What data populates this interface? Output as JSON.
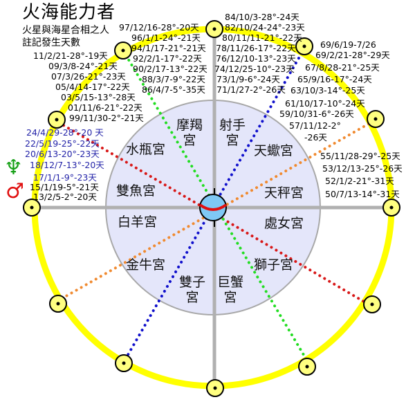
{
  "header": {
    "title": "火海能力者",
    "subtitle_line1": "火星與海星合相之人",
    "subtitle_line2": "註記發生天數"
  },
  "symbols": {
    "neptune": {
      "glyph": "♆",
      "color": "#16a016"
    },
    "mars": {
      "glyph": "♂",
      "color": "#e01010"
    }
  },
  "colors": {
    "outer_ring": "#ffff00",
    "inner_disc": "#e4e6fa",
    "axis": "#b0b0b0",
    "earth": "#7fc8f5",
    "earth_band": "#e01010",
    "line_red": "#d81818",
    "line_green": "#22dd22",
    "line_blue": "#1010cc",
    "line_orange": "#f08a30"
  },
  "houses": [
    {
      "id": "capricorn",
      "label_line1": "摩羯",
      "label_line2": "宮"
    },
    {
      "id": "sagittarius",
      "label_line1": "射手",
      "label_line2": "宮"
    },
    {
      "id": "aquarius",
      "label": "水瓶宮"
    },
    {
      "id": "scorpio",
      "label": "天蠍宮"
    },
    {
      "id": "pisces",
      "label": "雙魚宮"
    },
    {
      "id": "libra",
      "label": "天秤宮"
    },
    {
      "id": "aries",
      "label": "白羊宮"
    },
    {
      "id": "virgo",
      "label": "處女宮"
    },
    {
      "id": "taurus",
      "label": "金牛宮"
    },
    {
      "id": "leo",
      "label": "獅子宮"
    },
    {
      "id": "gemini",
      "label_line1": "雙子",
      "label_line2": "宮"
    },
    {
      "id": "cancer",
      "label_line1": "巨蟹",
      "label_line2": "宮"
    }
  ],
  "notes": {
    "top_left_column": [
      "97/12/16-28°-20天",
      "96/1/1-24°-21天",
      "94/1/17-21°-21天",
      "92/2/1-17°-22天",
      "90/2/17-13°-22天",
      "88/3/7-9°-22天",
      "86/4/7-5°-35天"
    ],
    "top_right_column": [
      "84/10/3-28°-24天",
      "82/10/24-24°-23天",
      "80/11/11-21°-22天",
      "78/11/26-17°-22天",
      "76/12/10-13°-23天",
      "74/12/25-10°-23天",
      "73/1/9-6°-24天",
      "71/1/27-2°-26天"
    ],
    "upper_left_column": [
      "11/2/21-28°-19天",
      "09/3/8-24°-21天",
      "07/3/26-21°-23天",
      "05/4/14-17°-22天",
      "03/5/15-13°-28天",
      "01/11/6-21°-22天",
      "99/11/30-2°-21天"
    ],
    "upper_right_column": [
      "69/6/19-7/26",
      "69/2/21-28°-29天",
      "67/8/28-21°-25天",
      "65/9/16-17°-24天",
      "63/10/3-14°-25天",
      "61/10/17-10°-24天",
      "59/10/31-6°-26天",
      "57/11/12-2°",
      "-26天"
    ],
    "left_blue_column": [
      "24/4/29-28°-20 天",
      "22/5/19-25°-22天",
      "20/6/13-20°-23天",
      "18/12/7-13°-20天",
      "17/1/1-9°-23天"
    ],
    "left_black_column": [
      "15/1/19-5°-21天",
      "13/2/5-2°-20天"
    ],
    "right_column": [
      "55/11/28-29°-25天",
      "53/12/13-25°-26天",
      "52/1/2-21°-31天",
      "50/7/13-14°-31天"
    ]
  }
}
